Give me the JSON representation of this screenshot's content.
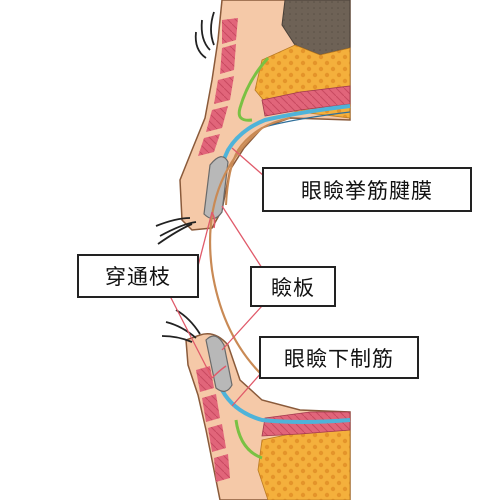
{
  "labels": {
    "levator_aponeurosis": "眼瞼挙筋腱膜",
    "perforating_branch": "穿通枝",
    "tarsus": "瞼板",
    "lower_lid_retractor": "眼瞼下制筋"
  },
  "colors": {
    "skin": "#f5c9a8",
    "skin_outline": "#8a5a3a",
    "fat": "#f4b03c",
    "fat_dots": "#e4942a",
    "muscle": "#e1657a",
    "muscle_stripe": "#c84a60",
    "bone": "#6e6256",
    "tendon": "#4fb3d9",
    "septum": "#7ac143",
    "tarsus": "#b8b8b8",
    "conjunctiva": "#c98a55",
    "leader_line": "#e05a6a",
    "lash": "#222222"
  }
}
